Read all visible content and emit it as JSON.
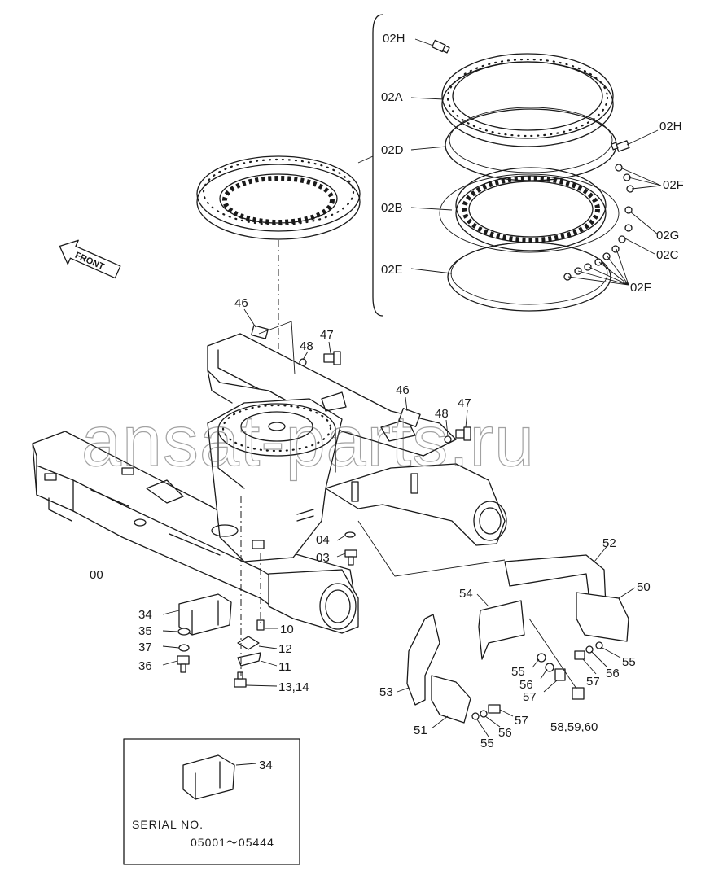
{
  "watermark": "ansat-parts.ru",
  "front_label": "FRONT",
  "labels": {
    "l02H_top": "02H",
    "l02A": "02A",
    "l02D": "02D",
    "l02B": "02B",
    "l02E": "02E",
    "l02H_right": "02H",
    "l02F_top": "02F",
    "l02G": "02G",
    "l02C": "02C",
    "l02F_bottom": "02F",
    "l46_left": "46",
    "l48_left": "48",
    "l47_left": "47",
    "l46_right": "46",
    "l48_right": "48",
    "l47_right": "47",
    "l00": "00",
    "l04": "04",
    "l03": "03",
    "l34": "34",
    "l35": "35",
    "l37": "37",
    "l36": "36",
    "l10": "10",
    "l12": "12",
    "l11": "11",
    "l13_14": "13,14",
    "l52": "52",
    "l50": "50",
    "l54": "54",
    "l55_a": "55",
    "l56_a": "56",
    "l57_a": "57",
    "l57_b": "57",
    "l56_b": "56",
    "l55_b": "55",
    "l53": "53",
    "l51": "51",
    "l55_c": "55",
    "l56_c": "56",
    "l57_c": "57",
    "l58_59_60": "58,59,60"
  },
  "inset": {
    "part_label": "34",
    "serial_title": "SERIAL  NO.",
    "serial_range": "05001～05444"
  }
}
